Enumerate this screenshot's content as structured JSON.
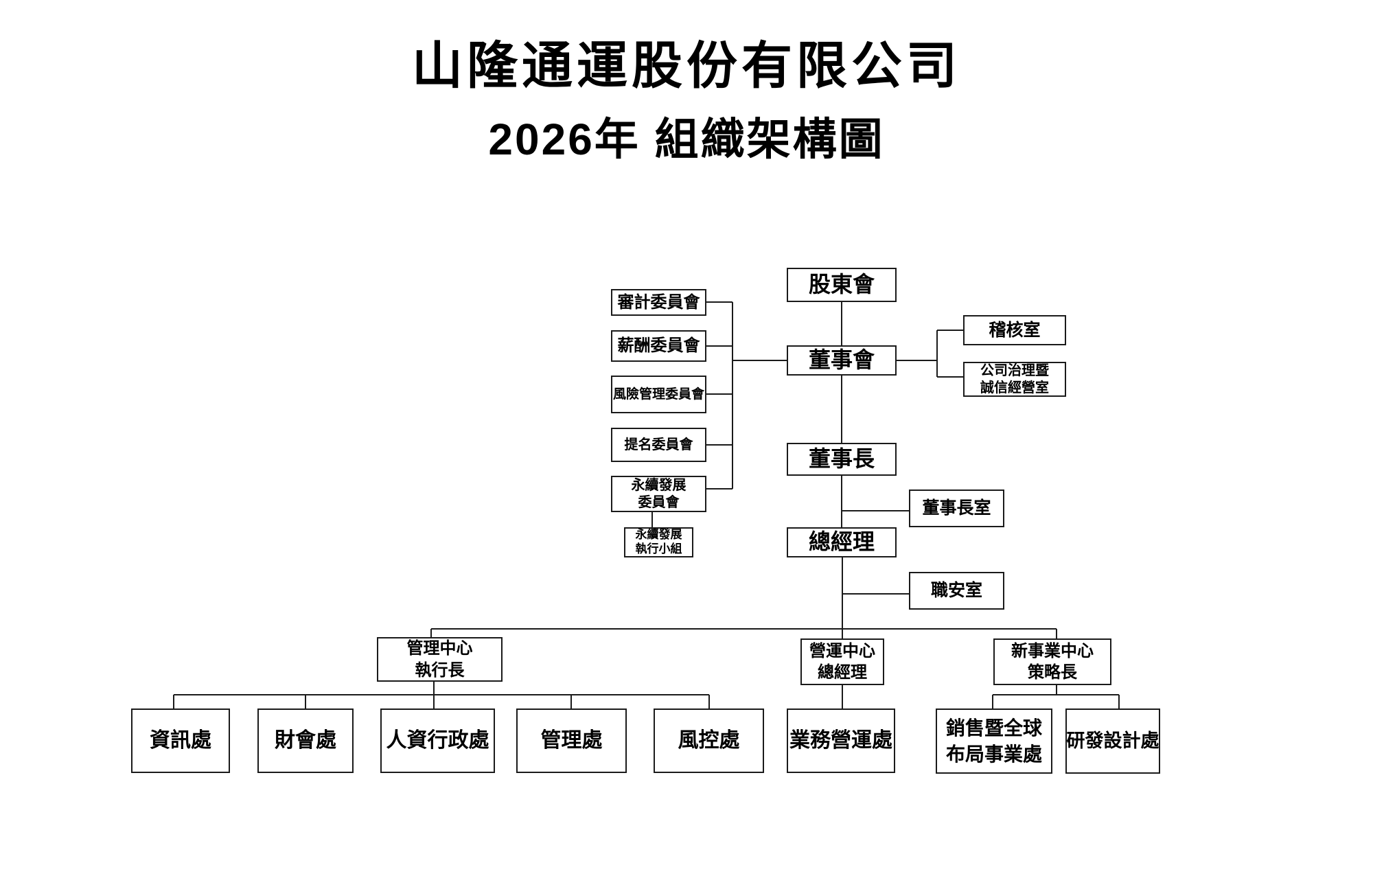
{
  "title": {
    "line1": "山隆通運股份有限公司",
    "line2": "2026年 組織架構圖"
  },
  "nodes": {
    "shareholders_meeting": {
      "label": "股東會"
    },
    "board_of_directors": {
      "label": "董事會"
    },
    "chairman": {
      "label": "董事長"
    },
    "general_manager": {
      "label": "總經理"
    },
    "audit_committee": {
      "label": "審計委員會"
    },
    "compensation_committee": {
      "label": "薪酬委員會"
    },
    "risk_management_committee": {
      "label": "風險管理委員會"
    },
    "nomination_committee": {
      "label": "提名委員會"
    },
    "sustainability_committee": {
      "line1": "永續發展",
      "line2": "委員會"
    },
    "sustainability_task_force": {
      "line1": "永續發展",
      "line2": "執行小組"
    },
    "audit_office": {
      "label": "稽核室"
    },
    "governance_office": {
      "line1": "公司治理暨",
      "line2": "誠信經營室"
    },
    "chairman_office": {
      "label": "董事長室"
    },
    "occupational_safety_office": {
      "label": "職安室"
    },
    "management_center": {
      "line1": "管理中心",
      "line2": "執行長"
    },
    "operations_center": {
      "line1": "營運中心",
      "line2": "總經理"
    },
    "new_business_center": {
      "line1": "新事業中心",
      "line2": "策略長"
    },
    "information_division": {
      "label": "資訊處"
    },
    "finance_accounting_division": {
      "label": "財會處"
    },
    "hr_admin_division": {
      "label": "人資行政處"
    },
    "management_division": {
      "label": "管理處"
    },
    "risk_control_division": {
      "label": "風控處"
    },
    "business_operations_division": {
      "label": "業務營運處"
    },
    "sales_global_division": {
      "line1": "銷售暨全球",
      "line2": "布局事業處"
    },
    "rd_design_division": {
      "label": "研發設計處"
    }
  },
  "colors": {
    "line": "#1a1a1a",
    "text": "#000000",
    "background": "#ffffff"
  }
}
